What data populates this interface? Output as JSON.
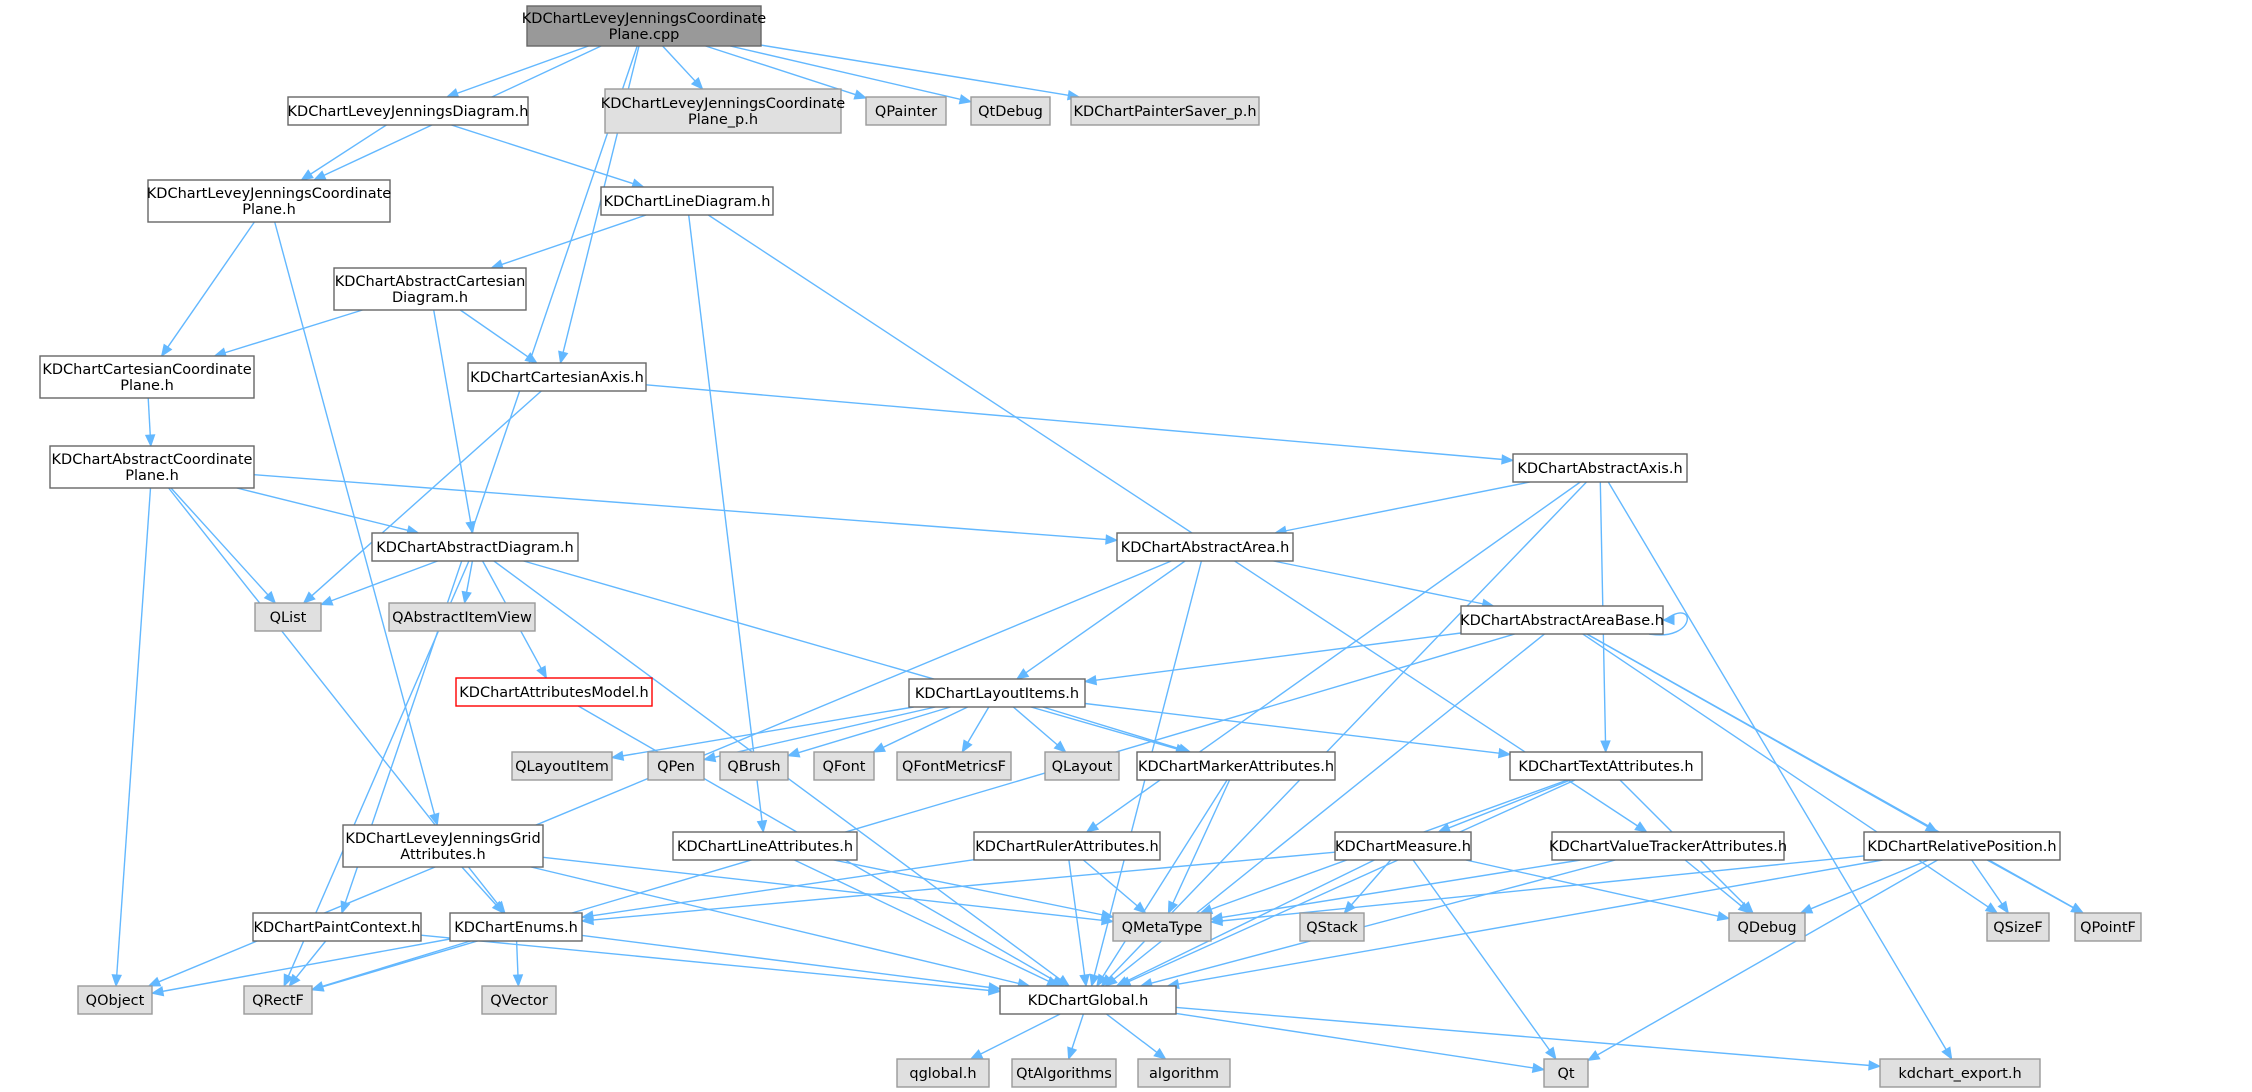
{
  "colors": {
    "edge": "#63b8ff",
    "root_fill": "#999999",
    "root_border": "#666666",
    "header_fill": "#ffffff",
    "header_border": "#666666",
    "system_fill": "#e0e0e0",
    "system_border": "#999999",
    "missing_border": "#ff0000"
  },
  "nodes": [
    {
      "id": "cpp",
      "lines": [
        "KDChartLeveyJenningsCoordinate",
        "Plane.cpp"
      ],
      "kind": "root"
    },
    {
      "id": "ljd",
      "lines": [
        "KDChartLeveyJenningsDiagram.h"
      ],
      "kind": "header"
    },
    {
      "id": "ljcp_p",
      "lines": [
        "KDChartLeveyJenningsCoordinate",
        "Plane_p.h"
      ],
      "kind": "system"
    },
    {
      "id": "qpainter",
      "lines": [
        "QPainter"
      ],
      "kind": "system"
    },
    {
      "id": "qtdebug",
      "lines": [
        "QtDebug"
      ],
      "kind": "system"
    },
    {
      "id": "painter_saver",
      "lines": [
        "KDChartPainterSaver_p.h"
      ],
      "kind": "system"
    },
    {
      "id": "ljcp",
      "lines": [
        "KDChartLeveyJenningsCoordinate",
        "Plane.h"
      ],
      "kind": "header"
    },
    {
      "id": "linediag",
      "lines": [
        "KDChartLineDiagram.h"
      ],
      "kind": "header"
    },
    {
      "id": "acd",
      "lines": [
        "KDChartAbstractCartesian",
        "Diagram.h"
      ],
      "kind": "header"
    },
    {
      "id": "ccp",
      "lines": [
        "KDChartCartesianCoordinate",
        "Plane.h"
      ],
      "kind": "header"
    },
    {
      "id": "caxis",
      "lines": [
        "KDChartCartesianAxis.h"
      ],
      "kind": "header"
    },
    {
      "id": "acp",
      "lines": [
        "KDChartAbstractCoordinate",
        "Plane.h"
      ],
      "kind": "header"
    },
    {
      "id": "aaxis",
      "lines": [
        "KDChartAbstractAxis.h"
      ],
      "kind": "header"
    },
    {
      "id": "adiag",
      "lines": [
        "KDChartAbstractDiagram.h"
      ],
      "kind": "header"
    },
    {
      "id": "aarea",
      "lines": [
        "KDChartAbstractArea.h"
      ],
      "kind": "header"
    },
    {
      "id": "qlist",
      "lines": [
        "QList"
      ],
      "kind": "system"
    },
    {
      "id": "qaiv",
      "lines": [
        "QAbstractItemView"
      ],
      "kind": "system"
    },
    {
      "id": "aab",
      "lines": [
        "KDChartAbstractAreaBase.h"
      ],
      "kind": "header"
    },
    {
      "id": "attrmodel",
      "lines": [
        "KDChartAttributesModel.h"
      ],
      "kind": "missing"
    },
    {
      "id": "layout",
      "lines": [
        "KDChartLayoutItems.h"
      ],
      "kind": "header"
    },
    {
      "id": "qlayoutitem",
      "lines": [
        "QLayoutItem"
      ],
      "kind": "system"
    },
    {
      "id": "qpen",
      "lines": [
        "QPen"
      ],
      "kind": "system"
    },
    {
      "id": "qbrush",
      "lines": [
        "QBrush"
      ],
      "kind": "system"
    },
    {
      "id": "qfont",
      "lines": [
        "QFont"
      ],
      "kind": "system"
    },
    {
      "id": "qfm",
      "lines": [
        "QFontMetricsF"
      ],
      "kind": "system"
    },
    {
      "id": "qlayout",
      "lines": [
        "QLayout"
      ],
      "kind": "system"
    },
    {
      "id": "marker",
      "lines": [
        "KDChartMarkerAttributes.h"
      ],
      "kind": "header"
    },
    {
      "id": "textattr",
      "lines": [
        "KDChartTextAttributes.h"
      ],
      "kind": "header"
    },
    {
      "id": "ljga",
      "lines": [
        "KDChartLeveyJenningsGrid",
        "Attributes.h"
      ],
      "kind": "header"
    },
    {
      "id": "lineattr",
      "lines": [
        "KDChartLineAttributes.h"
      ],
      "kind": "header"
    },
    {
      "id": "ruler",
      "lines": [
        "KDChartRulerAttributes.h"
      ],
      "kind": "header"
    },
    {
      "id": "measure",
      "lines": [
        "KDChartMeasure.h"
      ],
      "kind": "header"
    },
    {
      "id": "vta",
      "lines": [
        "KDChartValueTrackerAttributes.h"
      ],
      "kind": "header"
    },
    {
      "id": "relpos",
      "lines": [
        "KDChartRelativePosition.h"
      ],
      "kind": "header"
    },
    {
      "id": "paintctx",
      "lines": [
        "KDChartPaintContext.h"
      ],
      "kind": "header"
    },
    {
      "id": "enums",
      "lines": [
        "KDChartEnums.h"
      ],
      "kind": "header"
    },
    {
      "id": "qmetatype",
      "lines": [
        "QMetaType"
      ],
      "kind": "system"
    },
    {
      "id": "qstack",
      "lines": [
        "QStack"
      ],
      "kind": "system"
    },
    {
      "id": "qdebug",
      "lines": [
        "QDebug"
      ],
      "kind": "system"
    },
    {
      "id": "qsizef",
      "lines": [
        "QSizeF"
      ],
      "kind": "system"
    },
    {
      "id": "qpointf",
      "lines": [
        "QPointF"
      ],
      "kind": "system"
    },
    {
      "id": "qobject",
      "lines": [
        "QObject"
      ],
      "kind": "system"
    },
    {
      "id": "qrectf",
      "lines": [
        "QRectF"
      ],
      "kind": "system"
    },
    {
      "id": "qvector",
      "lines": [
        "QVector"
      ],
      "kind": "system"
    },
    {
      "id": "global",
      "lines": [
        "KDChartGlobal.h"
      ],
      "kind": "header"
    },
    {
      "id": "qglobal",
      "lines": [
        "qglobal.h"
      ],
      "kind": "system"
    },
    {
      "id": "qtalgo",
      "lines": [
        "QtAlgorithms"
      ],
      "kind": "system"
    },
    {
      "id": "algorithm",
      "lines": [
        "algorithm"
      ],
      "kind": "system"
    },
    {
      "id": "qt",
      "lines": [
        "Qt"
      ],
      "kind": "system"
    },
    {
      "id": "export",
      "lines": [
        "kdchart_export.h"
      ],
      "kind": "system"
    }
  ],
  "edges": [
    [
      "cpp",
      "ljd"
    ],
    [
      "cpp",
      "ljcp_p"
    ],
    [
      "cpp",
      "qpainter"
    ],
    [
      "cpp",
      "qtdebug"
    ],
    [
      "cpp",
      "painter_saver"
    ],
    [
      "cpp",
      "ljcp"
    ],
    [
      "cpp",
      "caxis"
    ],
    [
      "cpp",
      "paintctx"
    ],
    [
      "ljd",
      "ljcp"
    ],
    [
      "ljd",
      "linediag"
    ],
    [
      "ljcp",
      "ccp"
    ],
    [
      "ljcp",
      "ljga"
    ],
    [
      "linediag",
      "acd"
    ],
    [
      "linediag",
      "lineattr"
    ],
    [
      "linediag",
      "vta"
    ],
    [
      "acd",
      "ccp"
    ],
    [
      "acd",
      "caxis"
    ],
    [
      "acd",
      "adiag"
    ],
    [
      "ccp",
      "acp"
    ],
    [
      "caxis",
      "qlist"
    ],
    [
      "caxis",
      "aaxis"
    ],
    [
      "acp",
      "adiag"
    ],
    [
      "acp",
      "aarea"
    ],
    [
      "acp",
      "qlist"
    ],
    [
      "acp",
      "qobject"
    ],
    [
      "acp",
      "enums"
    ],
    [
      "aaxis",
      "aarea"
    ],
    [
      "aaxis",
      "ruler"
    ],
    [
      "aaxis",
      "textattr"
    ],
    [
      "aaxis",
      "global"
    ],
    [
      "aaxis",
      "export"
    ],
    [
      "adiag",
      "qlist"
    ],
    [
      "adiag",
      "qaiv"
    ],
    [
      "adiag",
      "attrmodel"
    ],
    [
      "adiag",
      "marker"
    ],
    [
      "adiag",
      "qrectf"
    ],
    [
      "adiag",
      "global"
    ],
    [
      "aarea",
      "qobject"
    ],
    [
      "aarea",
      "aab"
    ],
    [
      "aarea",
      "layout"
    ],
    [
      "aarea",
      "global"
    ],
    [
      "aab",
      "aab"
    ],
    [
      "aab",
      "layout"
    ],
    [
      "aab",
      "relpos"
    ],
    [
      "aab",
      "qrectf"
    ],
    [
      "aab",
      "global"
    ],
    [
      "aab",
      "qsizef"
    ],
    [
      "aab",
      "qpointf"
    ],
    [
      "attrmodel",
      "global"
    ],
    [
      "layout",
      "qlayoutitem"
    ],
    [
      "layout",
      "qpen"
    ],
    [
      "layout",
      "qbrush"
    ],
    [
      "layout",
      "qfont"
    ],
    [
      "layout",
      "qfm"
    ],
    [
      "layout",
      "qlayout"
    ],
    [
      "layout",
      "marker"
    ],
    [
      "layout",
      "textattr"
    ],
    [
      "marker",
      "qmetatype"
    ],
    [
      "marker",
      "global"
    ],
    [
      "textattr",
      "measure"
    ],
    [
      "textattr",
      "qmetatype"
    ],
    [
      "textattr",
      "global"
    ],
    [
      "textattr",
      "qdebug"
    ],
    [
      "ljga",
      "enums"
    ],
    [
      "ljga",
      "qmetatype"
    ],
    [
      "ljga",
      "global"
    ],
    [
      "lineattr",
      "qmetatype"
    ],
    [
      "lineattr",
      "global"
    ],
    [
      "ruler",
      "enums"
    ],
    [
      "ruler",
      "qmetatype"
    ],
    [
      "ruler",
      "global"
    ],
    [
      "measure",
      "enums"
    ],
    [
      "measure",
      "qstack"
    ],
    [
      "measure",
      "qdebug"
    ],
    [
      "measure",
      "global"
    ],
    [
      "measure",
      "qt"
    ],
    [
      "vta",
      "qmetatype"
    ],
    [
      "vta",
      "qdebug"
    ],
    [
      "vta",
      "global"
    ],
    [
      "relpos",
      "qmetatype"
    ],
    [
      "relpos",
      "qdebug"
    ],
    [
      "relpos",
      "qsizef"
    ],
    [
      "relpos",
      "qpointf"
    ],
    [
      "relpos",
      "global"
    ],
    [
      "relpos",
      "qt"
    ],
    [
      "paintctx",
      "qrectf"
    ],
    [
      "paintctx",
      "global"
    ],
    [
      "enums",
      "qobject"
    ],
    [
      "enums",
      "qrectf"
    ],
    [
      "enums",
      "qvector"
    ],
    [
      "enums",
      "global"
    ],
    [
      "global",
      "qglobal"
    ],
    [
      "global",
      "qtalgo"
    ],
    [
      "global",
      "algorithm"
    ],
    [
      "global",
      "qt"
    ],
    [
      "global",
      "export"
    ]
  ]
}
